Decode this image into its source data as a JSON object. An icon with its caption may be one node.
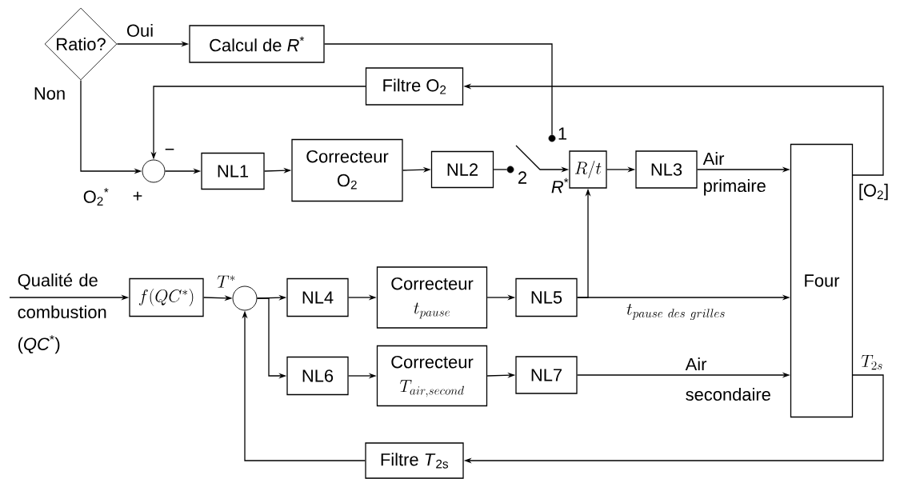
{
  "diagram": {
    "nodes": [
      {
        "text": [
          "Ratio?"
        ]
      },
      {
        "text": [
          "Calcul de *R*$^{*}$"
        ]
      },
      {
        "text": [
          "Filtre O$_{2}$"
        ]
      },
      {
        "text": [],
        "shape": "circle"
      },
      {
        "text": [
          "NL1"
        ]
      },
      {
        "text": [
          "Correcteur",
          "O$_{2}$"
        ]
      },
      {
        "text": [
          "NL2"
        ]
      },
      {
        "text": [
          "R/t"
        ]
      },
      {
        "text": [
          "NL3"
        ]
      },
      {
        "text": [
          "Four"
        ]
      },
      {
        "text": [
          "f(QC^*)"
        ]
      },
      {
        "text": [],
        "shape": "circle"
      },
      {
        "text": [
          "NL4"
        ]
      },
      {
        "text": [
          "Correcteur",
          "t_{pause}"
        ]
      },
      {
        "text": [
          "NL5"
        ]
      },
      {
        "text": [
          "NL6"
        ]
      },
      {
        "text": [
          "Correcteur",
          "T_{air,second}"
        ]
      },
      {
        "text": [
          "NL7"
        ]
      },
      {
        "text": [
          "Filtre *T*$_{2s}$"
        ]
      },
      {
        "text": [],
        "shape": "circle",
        "beside": [
          "1"
        ]
      },
      {
        "text": [],
        "shape": "circle",
        "beside": [
          "2"
        ]
      }
    ],
    "edges": [
      {
        "from": 0,
        "to": 1,
        "arrow": "to",
        "label": "Oui"
      },
      {
        "from": 0,
        "to": 3,
        "arrow": "to",
        "label": "Non"
      },
      {
        "from": 2,
        "to": 3,
        "arrow": "to"
      },
      {
        "from": 3,
        "to": 4,
        "arrow": "to"
      },
      {
        "from": 4,
        "to": 5,
        "arrow": "to"
      },
      {
        "from": 5,
        "to": 6,
        "arrow": "to"
      },
      {
        "from": 6,
        "to": 20,
        "arrow": "none"
      },
      {
        "from": 1,
        "to": 19,
        "arrow": "none"
      },
      {
        "from": 7,
        "to": 8,
        "arrow": "to"
      },
      {
        "from": 8,
        "to": 9,
        "arrow": "to",
        "label": "Air primaire"
      },
      {
        "from": 9,
        "to": 2,
        "arrow": "to",
        "label": "[O$_{2}$]"
      },
      {
        "from": null,
        "to": 10,
        "arrow": "to",
        "label": "Qualité de combustion (*QC*$^{*}$)"
      },
      {
        "from": 10,
        "to": 11,
        "arrow": "to",
        "label": "T^*"
      },
      {
        "from": 11,
        "to": 12,
        "arrow": "to"
      },
      {
        "from": 11,
        "to": 15,
        "arrow": "to"
      },
      {
        "from": 12,
        "to": 13,
        "arrow": "to"
      },
      {
        "from": 13,
        "to": 14,
        "arrow": "to"
      },
      {
        "from": 14,
        "to": 9,
        "arrow": "to",
        "label": "t_{pause\\ des\\ grilles}"
      },
      {
        "from": 14,
        "to": 7,
        "arrow": "to"
      },
      {
        "from": 15,
        "to": 16,
        "arrow": "to"
      },
      {
        "from": 16,
        "to": 17,
        "arrow": "to"
      },
      {
        "from": 17,
        "to": 9,
        "arrow": "to",
        "label": "Air secondaire"
      },
      {
        "from": 9,
        "to": 18,
        "arrow": "to",
        "label": "T_{2s}"
      },
      {
        "from": 18,
        "to": 11,
        "arrow": "to"
      },
      {
        "from": null,
        "to": 7,
        "arrow": "to"
      }
    ],
    "labels": [
      "−",
      "*R*$^{*}$",
      "O$_{2}$$^{*}$",
      "+"
    ]
  }
}
